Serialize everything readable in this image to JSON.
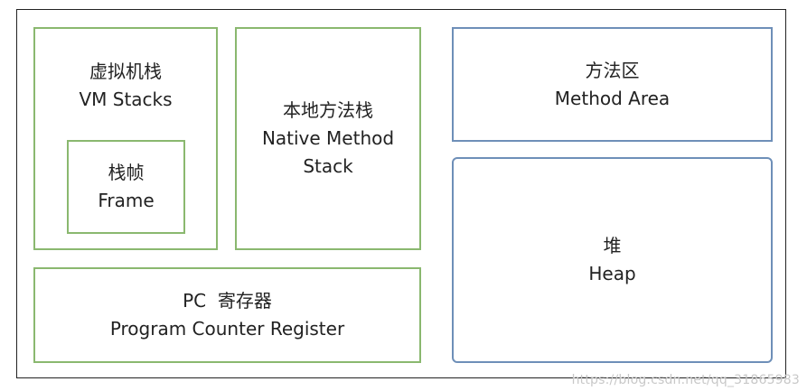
{
  "boxes": {
    "vm_stacks": {
      "cn": "虚拟机栈",
      "en": "VM Stacks"
    },
    "frame": {
      "cn": "栈帧",
      "en": "Frame"
    },
    "native_method_stack": {
      "cn": "本地方法栈",
      "en_line1": "Native Method",
      "en_line2": "Stack"
    },
    "pc_register": {
      "cn": "PC  寄存器",
      "en": "Program Counter Register"
    },
    "method_area": {
      "cn": "方法区",
      "en": "Method Area"
    },
    "heap": {
      "cn": "堆",
      "en": "Heap"
    }
  },
  "watermark": "https://blog.csdn.net/qq_31865983",
  "colors": {
    "thread_private_border": "#8ab86f",
    "shared_border": "#6e8fb8",
    "outer_border": "#222222"
  }
}
